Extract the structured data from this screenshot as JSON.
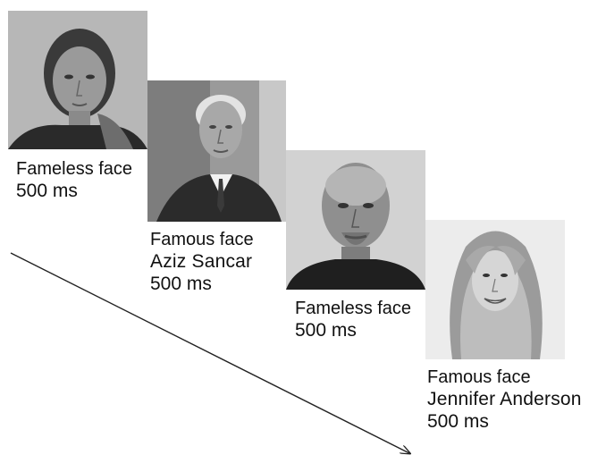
{
  "trials": [
    {
      "kind": "Fameless face",
      "name": "",
      "duration": "500 ms",
      "photo_desc": "woman-neutral-face"
    },
    {
      "kind": "Famous face",
      "name": "Aziz Sancar",
      "duration": "500 ms",
      "photo_desc": "older-man-in-suit"
    },
    {
      "kind": "Fameless face",
      "name": "",
      "duration": "500 ms",
      "photo_desc": "bald-man-neutral-face"
    },
    {
      "kind": "Famous face",
      "name": "Jennifer Anderson",
      "duration": "500 ms",
      "photo_desc": "smiling-blonde-woman"
    }
  ],
  "colors": {
    "text": "#111111",
    "arrow": "#222222",
    "photo_bg_1": "#b9b9b9",
    "photo_bg_2": "#8f8f8f",
    "photo_bg_3": "#cfcfcf",
    "photo_bg_4": "#e9e9e9"
  }
}
